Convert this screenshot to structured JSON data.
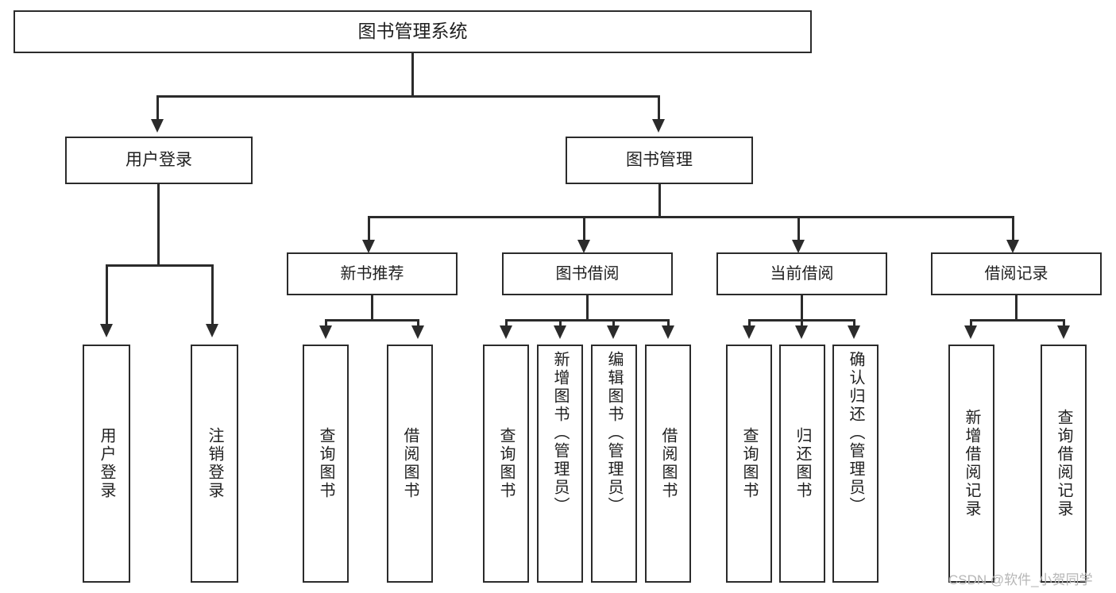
{
  "diagram": {
    "title": "图书管理系统",
    "type": "功能结构图",
    "root": {
      "label": "图书管理系统"
    },
    "level1": [
      {
        "id": "user-login",
        "label": "用户登录"
      },
      {
        "id": "book-manage",
        "label": "图书管理"
      }
    ],
    "level2": [
      {
        "id": "new-book-recommend",
        "label": "新书推荐",
        "parent": "book-manage"
      },
      {
        "id": "book-borrow",
        "label": "图书借阅",
        "parent": "book-manage"
      },
      {
        "id": "current-borrow",
        "label": "当前借阅",
        "parent": "book-manage"
      },
      {
        "id": "borrow-record",
        "label": "借阅记录",
        "parent": "book-manage"
      }
    ],
    "leaves": {
      "user-login": [
        {
          "id": "leaf-user-login",
          "label": "用户登录"
        },
        {
          "id": "leaf-logout-login",
          "label": "注销登录"
        }
      ],
      "new-book-recommend": [
        {
          "id": "leaf-query-book-1",
          "label": "查询图书"
        },
        {
          "id": "leaf-borrow-book-1",
          "label": "借阅图书"
        }
      ],
      "book-borrow": [
        {
          "id": "leaf-query-book-2",
          "label": "查询图书"
        },
        {
          "id": "leaf-add-book",
          "label": "新增图书（管理员）"
        },
        {
          "id": "leaf-edit-book",
          "label": "编辑图书（管理员）"
        },
        {
          "id": "leaf-borrow-book-2",
          "label": "借阅图书"
        }
      ],
      "current-borrow": [
        {
          "id": "leaf-query-book-3",
          "label": "查询图书"
        },
        {
          "id": "leaf-return-book",
          "label": "归还图书"
        },
        {
          "id": "leaf-confirm-return",
          "label": "确认归还（管理员）"
        }
      ],
      "borrow-record": [
        {
          "id": "leaf-add-record",
          "label": "新增借阅记录"
        },
        {
          "id": "leaf-query-record",
          "label": "查询借阅记录"
        }
      ]
    }
  },
  "watermark": {
    "text": "CSDN @软件_小贺同学"
  },
  "colors": {
    "stroke": "#2b2b2b",
    "fill": "#ffffff",
    "text": "#1f1f1f",
    "watermark": "#b6b6b6"
  }
}
